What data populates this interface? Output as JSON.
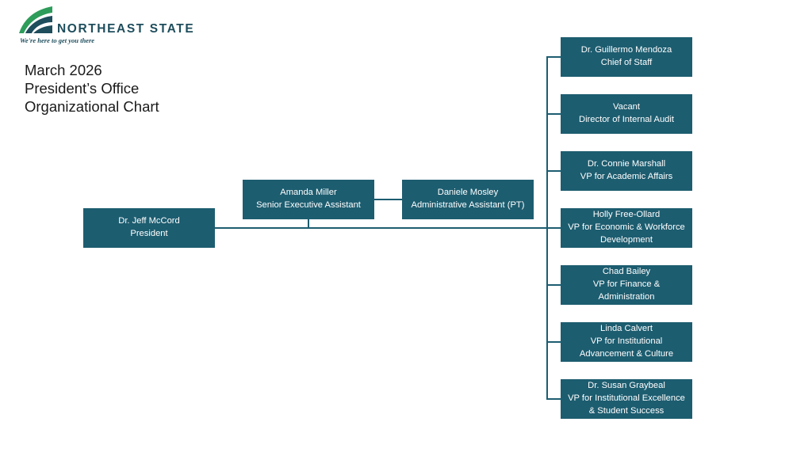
{
  "logo": {
    "name": "NORTHEAST STATE",
    "tagline": "We're here to get you there",
    "colors": {
      "green": "#2e9c5a",
      "navy": "#1e4d5c"
    }
  },
  "title": {
    "line1": "March 2026",
    "line2": "President’s Office",
    "line3": "Organizational Chart"
  },
  "colors": {
    "box": "#1d5d70",
    "box_text": "#ffffff",
    "connector": "#1d5d70"
  },
  "president": {
    "name": "Dr. Jeff McCord",
    "title": "President"
  },
  "assistants": [
    {
      "name": "Amanda Miller",
      "title": "Senior Executive Assistant"
    },
    {
      "name": "Daniele Mosley",
      "title": "Administrative Assistant (PT)"
    }
  ],
  "direct_reports": [
    {
      "name": "Dr. Guillermo Mendoza",
      "title_lines": [
        "Chief of Staff"
      ]
    },
    {
      "name": "Vacant",
      "title_lines": [
        "Director of Internal Audit"
      ]
    },
    {
      "name": "Dr. Connie Marshall",
      "title_lines": [
        "VP for Academic Affairs"
      ]
    },
    {
      "name": "Holly Free-Ollard",
      "title_lines": [
        "VP for Economic & Workforce",
        "Development"
      ]
    },
    {
      "name": "Chad Bailey",
      "title_lines": [
        "VP for Finance &",
        "Administration"
      ]
    },
    {
      "name": "Linda Calvert",
      "title_lines": [
        "VP for Institutional",
        "Advancement & Culture"
      ]
    },
    {
      "name": "Dr. Susan Graybeal",
      "title_lines": [
        "VP for Institutional Excellence",
        "& Student Success"
      ]
    }
  ]
}
